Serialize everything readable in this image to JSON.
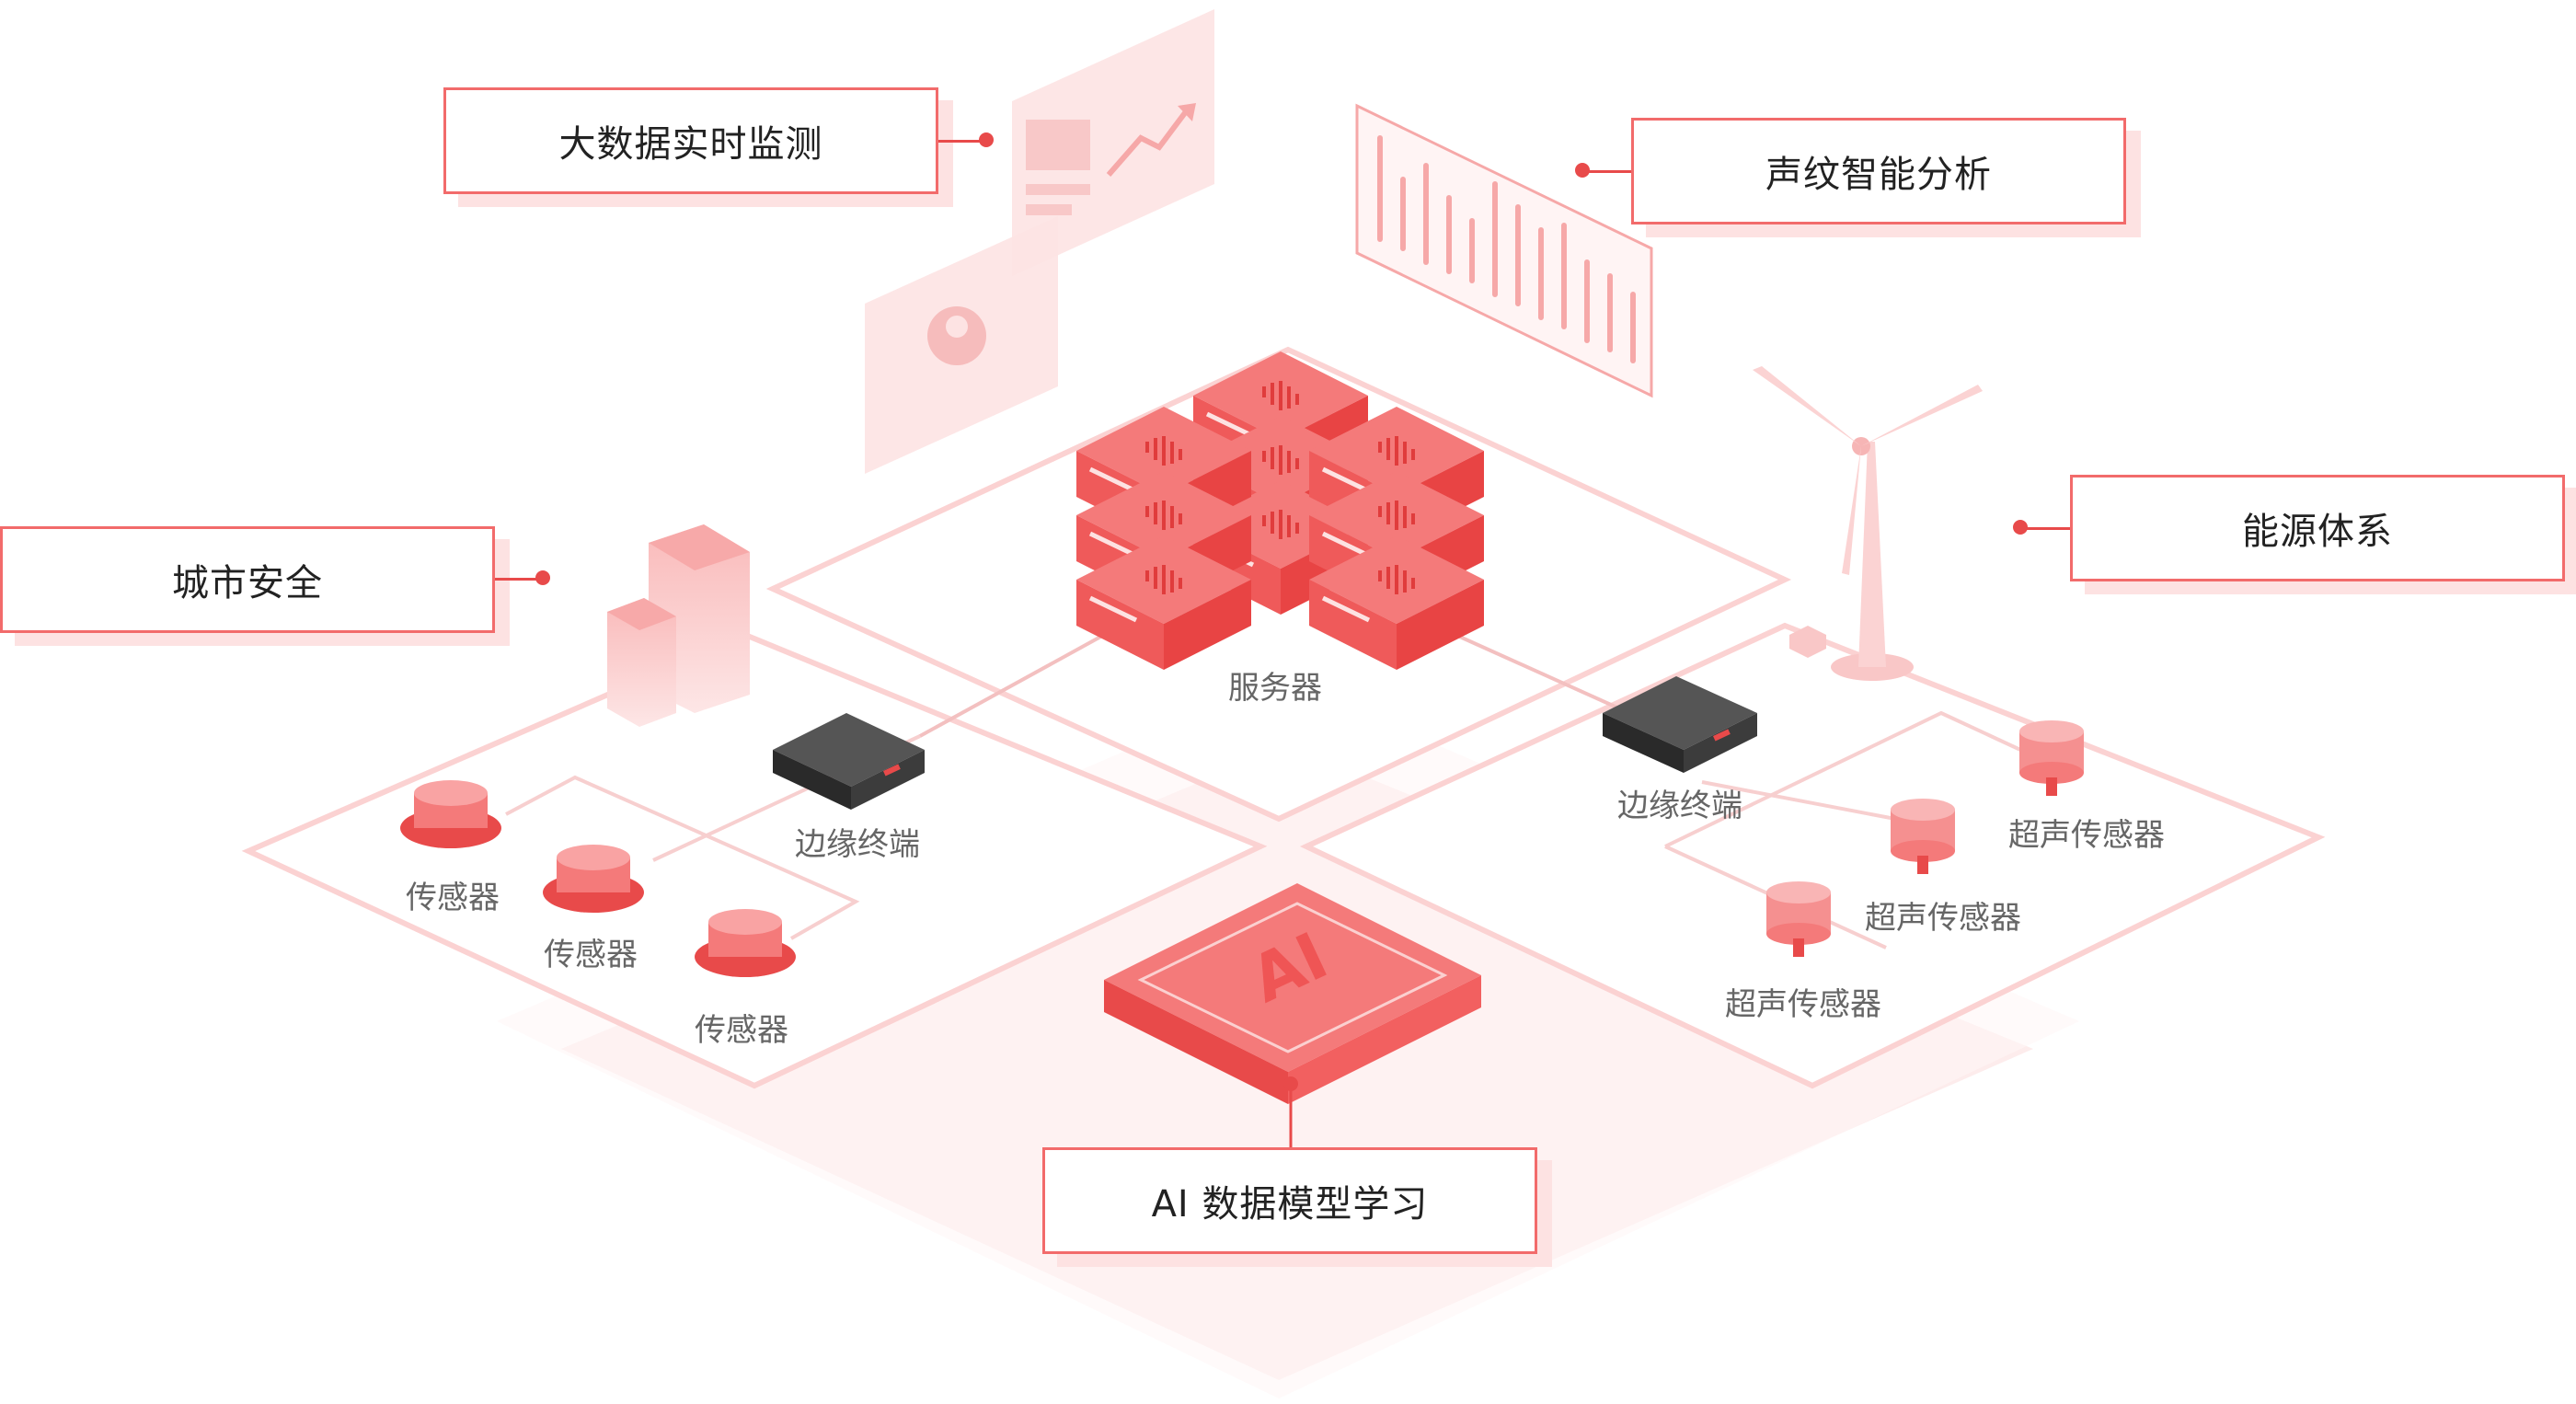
{
  "callouts": {
    "big_data": "大数据实时监测",
    "voiceprint": "声纹智能分析",
    "city_safety": "城市安全",
    "energy": "能源体系",
    "ai_model": "AI 数据模型学习"
  },
  "labels": {
    "server": "服务器",
    "edge_left": "边缘终端",
    "edge_right": "边缘终端",
    "sensors": [
      "传感器",
      "传感器",
      "传感器"
    ],
    "ultrasonic": [
      "超声传感器",
      "超声传感器",
      "超声传感器"
    ],
    "chip": "AI"
  },
  "colors": {
    "accent": "#e84a4a",
    "accent_light": "#fde2e2",
    "server_red": "#f26b6b"
  },
  "icons": [
    "server-icon",
    "edge-terminal-icon",
    "sensor-icon",
    "ultrasonic-sensor-icon",
    "wind-turbine-icon",
    "building-icon",
    "ai-chip-icon",
    "bar-chart-panel-icon",
    "user-panel-icon",
    "trend-arrow-icon"
  ]
}
